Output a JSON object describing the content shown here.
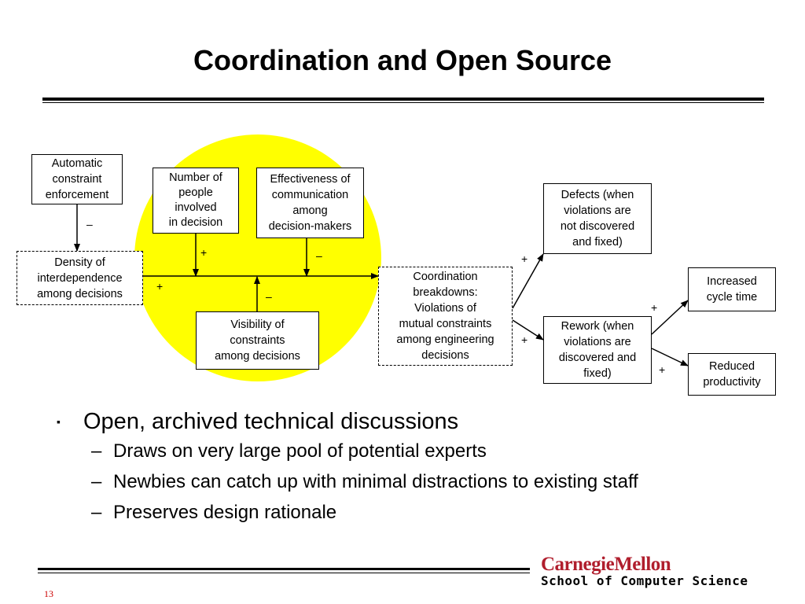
{
  "slide": {
    "title": "Coordination and Open Source",
    "page_number": "13"
  },
  "diagram": {
    "highlight_color": "#ffff00",
    "boxes": {
      "automatic_constraint_enforcement": "Automatic\nconstraint\nenforcement",
      "density_of_interdependence": "Density of\ninterdependence\namong decisions",
      "number_of_people": "Number of\npeople\ninvolved\nin decision",
      "effectiveness_of_communication": "Effectiveness of\ncommunication\namong\ndecision-makers",
      "visibility_of_constraints": "Visibility of\nconstraints\namong decisions",
      "coordination_breakdowns": "Coordination\nbreakdowns:\nViolations of\nmutual constraints\namong engineering\ndecisions",
      "defects": "Defects (when\nviolations are\nnot discovered\nand fixed)",
      "rework": "Rework (when\nviolations are\ndiscovered and\nfixed)",
      "increased_cycle_time": "Increased\ncycle time",
      "reduced_productivity": "Reduced\nproductivity"
    },
    "signs": {
      "automatic_to_density": "–",
      "people_to_line": "+",
      "effectiveness_to_line": "–",
      "density_to_line": "+",
      "visibility_to_line": "–",
      "breakdowns_to_defects": "+",
      "breakdowns_to_rework": "+",
      "rework_to_cycle_time": "+",
      "rework_to_productivity": "+"
    }
  },
  "bullets": {
    "main": "Open, archived technical discussions",
    "main_marker": "▪",
    "sub_marker": "–",
    "subs": [
      "Draws on very large pool of potential experts",
      "Newbies can catch up with minimal distractions to existing staff",
      "Preserves design rationale"
    ]
  },
  "footer": {
    "logo_line1": "CarnegieMellon",
    "logo_line2": "School of Computer Science"
  }
}
